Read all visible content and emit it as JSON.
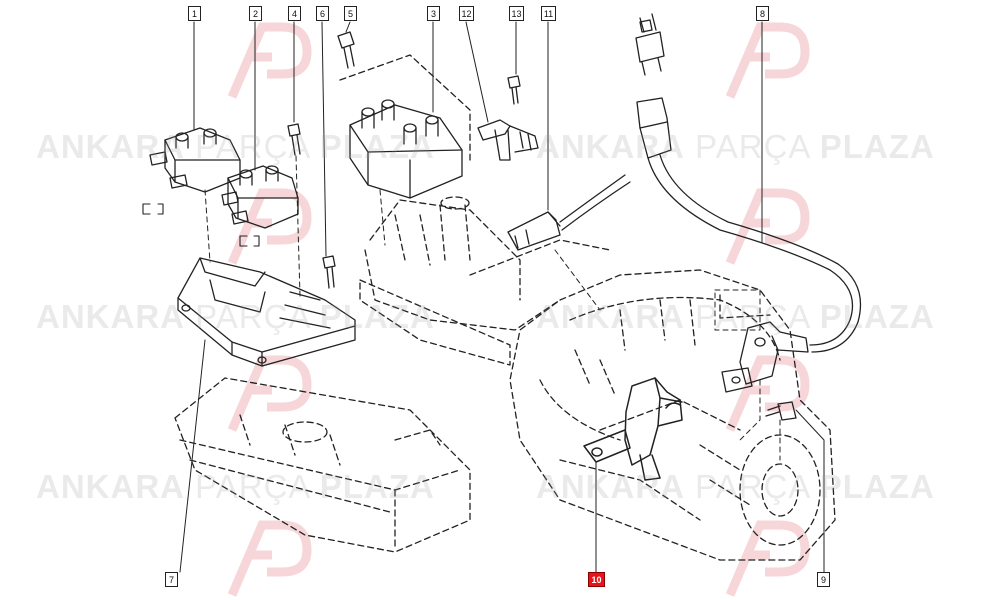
{
  "diagram": {
    "callouts": [
      {
        "id": "1",
        "label": "1"
      },
      {
        "id": "2",
        "label": "2"
      },
      {
        "id": "4",
        "label": "4"
      },
      {
        "id": "6",
        "label": "6"
      },
      {
        "id": "5",
        "label": "5"
      },
      {
        "id": "3",
        "label": "3"
      },
      {
        "id": "12",
        "label": "12"
      },
      {
        "id": "13",
        "label": "13"
      },
      {
        "id": "11",
        "label": "11"
      },
      {
        "id": "8",
        "label": "8"
      },
      {
        "id": "7",
        "label": "7"
      },
      {
        "id": "10",
        "label": "10",
        "highlighted": true
      },
      {
        "id": "9",
        "label": "9"
      }
    ],
    "highlight_color": "#e8141b",
    "line_color": "#222222"
  },
  "watermark": {
    "part1": "ANKARA",
    "part2": "PARÇA",
    "part3": "PLAZA",
    "logo_color": "#f3c9cc"
  }
}
